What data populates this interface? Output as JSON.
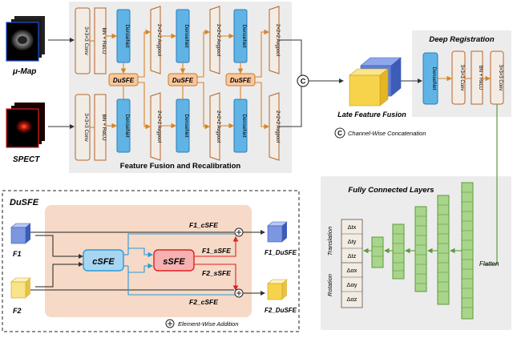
{
  "inputs": {
    "mu_map": "μ-Map",
    "spect": "SPECT"
  },
  "encoder": {
    "conv": "3×3×3 Conv",
    "bn": "BN + ReLU",
    "densenet": "DenseNet",
    "avgpool": "2×2×2 Avgpool",
    "dusfe": "DuSFE",
    "section_label": "Feature Fusion and Recalibration"
  },
  "fusion": {
    "concat_symbol": "C",
    "late_fusion_label": "Late Feature Fusion",
    "concat_legend": "Channel-Wise Concatenation"
  },
  "registration": {
    "title": "Deep Registration",
    "densenet": "DenseNet",
    "conv": "3×3×3 Conv",
    "bn": "BN + ReLU"
  },
  "fc": {
    "title": "Fully Connected Layers",
    "translation": "Translation",
    "rotation": "Rotation",
    "flatten": "Flatten",
    "params": [
      "Δtx",
      "Δty",
      "Δtz",
      "Δαx",
      "Δαy",
      "Δαz"
    ]
  },
  "dusfe_detail": {
    "title": "DuSFE",
    "f1": "F1",
    "f2": "F2",
    "csfe": "cSFE",
    "ssfe": "sSFE",
    "f1_csfe": "F1_cSFE",
    "f1_ssfe": "F1_sSFE",
    "f2_ssfe": "F2_sSFE",
    "f2_csfe": "F2_cSFE",
    "f1_out": "F1_DuSFE",
    "f2_out": "F2_DuSFE",
    "add_legend": "Element-Wise Addition"
  },
  "colors": {
    "conv_fill": "#f3ece4",
    "conv_border": "#b5652b",
    "densenet_fill": "#5fb4e5",
    "densenet_border": "#2b7cb8",
    "dusfe_fill": "#f9c79b",
    "dusfe_border": "#c97a2e",
    "panel_gray": "#ececec",
    "dusfe_panel": "#f6d9c7",
    "csfe_fill": "#a8d6f2",
    "ssfe_fill": "#f6b1b1",
    "arrow_orange": "#d98324",
    "arrow_blue": "#2a9bd8",
    "arrow_red": "#e02020",
    "fc_green": "#a9d48c",
    "fc_green_border": "#5c9b3a",
    "cube_blue": "#5f7fd6",
    "cube_yellow": "#f6d34a"
  }
}
